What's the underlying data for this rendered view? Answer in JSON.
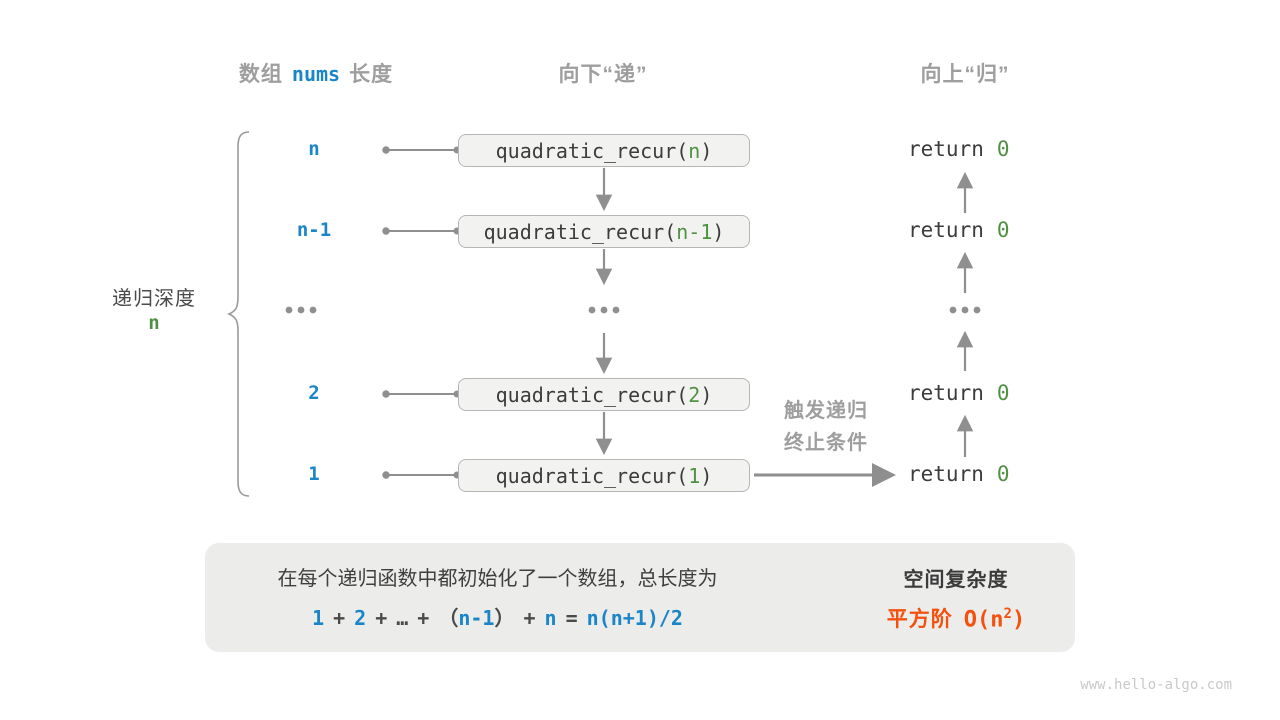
{
  "colors": {
    "accent_blue": "#1a86c8",
    "accent_green": "#4f9143",
    "accent_orange": "#f4500e",
    "muted_gray": "#9e9e9e",
    "arrow_gray": "#8f8f8f",
    "box_fill": "#f2f2f0",
    "panel_fill": "#ececeb"
  },
  "header": {
    "col1_pre": "数组",
    "col1_code": "nums",
    "col1_post": "长度",
    "col2": "向下“递”",
    "col3": "向上“归”"
  },
  "left_brace_label": {
    "title": "递归深度",
    "value": "n"
  },
  "diagram": {
    "call_prefix": "quadratic_recur(",
    "call_suffix": ")",
    "return_keyword": "return",
    "rows": [
      {
        "length": "n",
        "param": "n",
        "return_value": "0"
      },
      {
        "length": "n-1",
        "param": "n-1",
        "return_value": "0"
      },
      {
        "length": "2",
        "param": "2",
        "return_value": "0"
      },
      {
        "length": "1",
        "param": "1",
        "return_value": "0"
      }
    ],
    "trigger_note": {
      "line1": "触发递归",
      "line2": "终止条件"
    }
  },
  "panel": {
    "description": "在每个递归函数中都初始化了一个数组，总长度为",
    "formula_tokens": [
      {
        "t": "1"
      },
      {
        "t": "+"
      },
      {
        "t": "2"
      },
      {
        "t": "+"
      },
      {
        "t": "…"
      },
      {
        "t": "+"
      },
      {
        "t": "（"
      },
      {
        "t": "n-1"
      },
      {
        "t": "）"
      },
      {
        "t": "+"
      },
      {
        "t": "n"
      },
      {
        "t": "="
      },
      {
        "t": "n(n+1)/2"
      }
    ],
    "result_title": "空间复杂度",
    "complexity": {
      "prefix": "平方阶",
      "value_pre": "O(n",
      "sup": "2",
      "close": ")"
    }
  },
  "watermark": "www.hello-algo.com"
}
